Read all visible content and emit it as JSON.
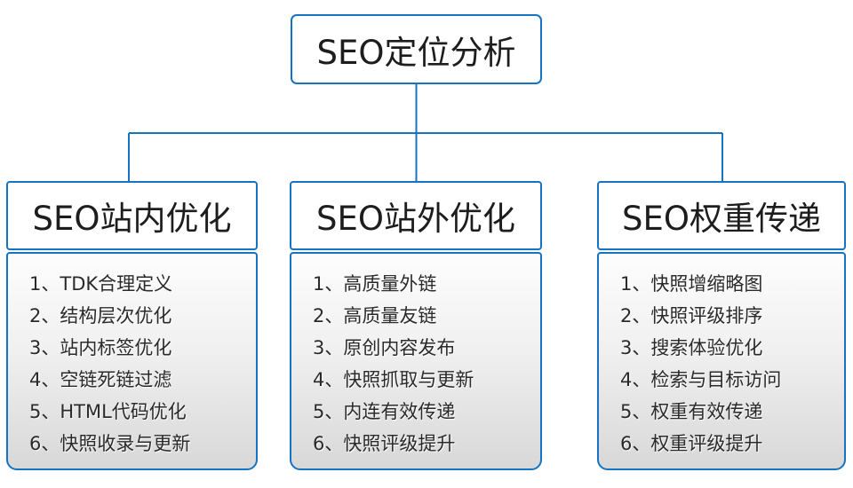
{
  "diagram": {
    "root": {
      "label": "SEO定位分析"
    },
    "columns": [
      {
        "title": "SEO站内优化",
        "items": [
          "1、TDK合理定义",
          "2、结构层次优化",
          "3、站内标签优化",
          "4、空链死链过滤",
          "5、HTML代码优化",
          "6、快照收录与更新"
        ]
      },
      {
        "title": "SEO站外优化",
        "items": [
          "1、高质量外链",
          "2、高质量友链",
          "3、原创内容发布",
          "4、快照抓取与更新",
          "5、内连有效传递",
          "6、快照评级提升"
        ]
      },
      {
        "title": "SEO权重传递",
        "items": [
          "1、快照增缩略图",
          "2、快照评级排序",
          "3、搜索体验优化",
          "4、检索与目标访问",
          "5、权重有效传递",
          "6、权重评级提升"
        ]
      }
    ]
  },
  "colors": {
    "accent": "#1673c1",
    "text": "#222222",
    "panel-top": "#fdfdfd",
    "panel-bottom": "#d8d8d8",
    "background": "#ffffff"
  }
}
